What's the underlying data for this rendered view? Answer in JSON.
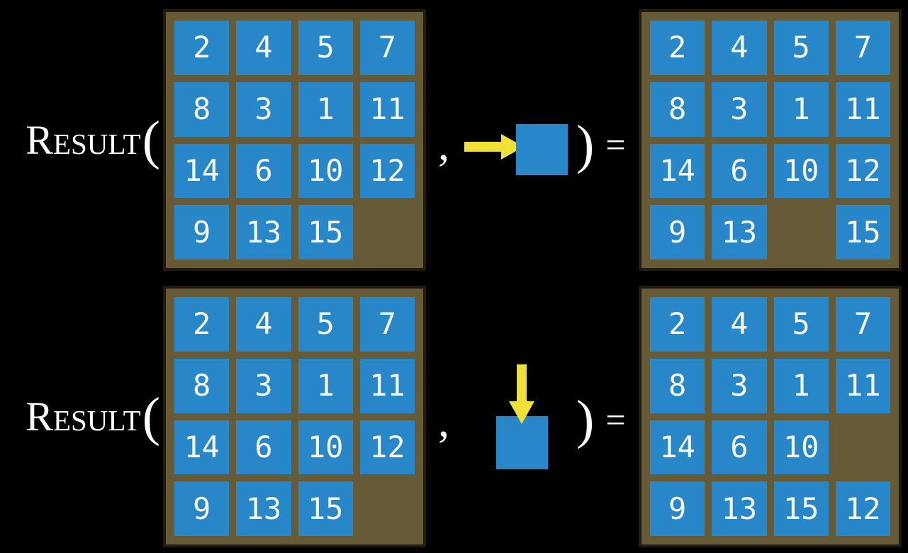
{
  "figure": {
    "function_name": "Result",
    "open_paren": "(",
    "comma": ",",
    "close_paren": ")",
    "equals": "="
  },
  "colors": {
    "background": "#000000",
    "tile_blue": "#2787c8",
    "tile_text": "#f7f9fa",
    "board_brown": "#675b37",
    "board_border": "#211b0e",
    "arrow_yellow": "#efe136",
    "label_text": "#ffffff"
  },
  "examples": [
    {
      "action": {
        "icon": "arrow-right-into-tile",
        "direction": "right"
      },
      "input_grid": [
        [
          2,
          4,
          5,
          7
        ],
        [
          8,
          3,
          1,
          11
        ],
        [
          14,
          6,
          10,
          12
        ],
        [
          9,
          13,
          15,
          null
        ]
      ],
      "output_grid": [
        [
          2,
          4,
          5,
          7
        ],
        [
          8,
          3,
          1,
          11
        ],
        [
          14,
          6,
          10,
          12
        ],
        [
          9,
          13,
          null,
          15
        ]
      ]
    },
    {
      "action": {
        "icon": "arrow-down-into-tile",
        "direction": "down"
      },
      "input_grid": [
        [
          2,
          4,
          5,
          7
        ],
        [
          8,
          3,
          1,
          11
        ],
        [
          14,
          6,
          10,
          12
        ],
        [
          9,
          13,
          15,
          null
        ]
      ],
      "output_grid": [
        [
          2,
          4,
          5,
          7
        ],
        [
          8,
          3,
          1,
          11
        ],
        [
          14,
          6,
          10,
          null
        ],
        [
          9,
          13,
          15,
          12
        ]
      ]
    }
  ]
}
